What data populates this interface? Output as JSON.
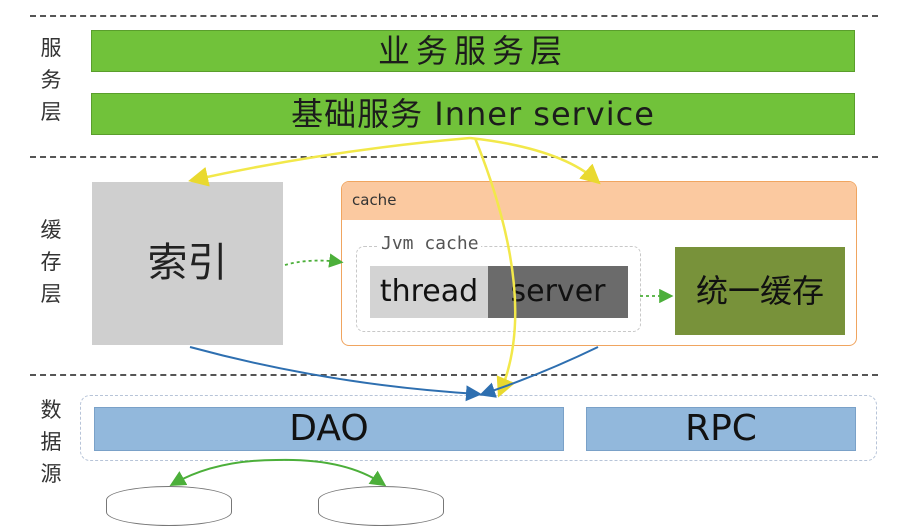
{
  "side_labels": {
    "service_layer": [
      "服",
      "务",
      "层"
    ],
    "cache_layer": [
      "缓",
      "存",
      "层"
    ],
    "data_source": [
      "数",
      "据",
      "源"
    ]
  },
  "service": {
    "business_layer": "业务服务层",
    "base_service": "基础服务 Inner service"
  },
  "cache_layer": {
    "index": "索引",
    "cache_title": "cache",
    "jvm_cache": "Jvm cache",
    "thread": "thread",
    "server": "server",
    "unified_cache": "统一缓存"
  },
  "data_source": {
    "dao": "DAO",
    "rpc": "RPC"
  },
  "colors": {
    "service_green": "#71c23a",
    "cache_orange": "#fbc9a0",
    "dao_blue": "#92b8dc",
    "unified_olive": "#78923a",
    "arrow_yellow": "#f2e84a",
    "arrow_blue": "#2e6fb0",
    "arrow_green": "#4caf3a"
  }
}
